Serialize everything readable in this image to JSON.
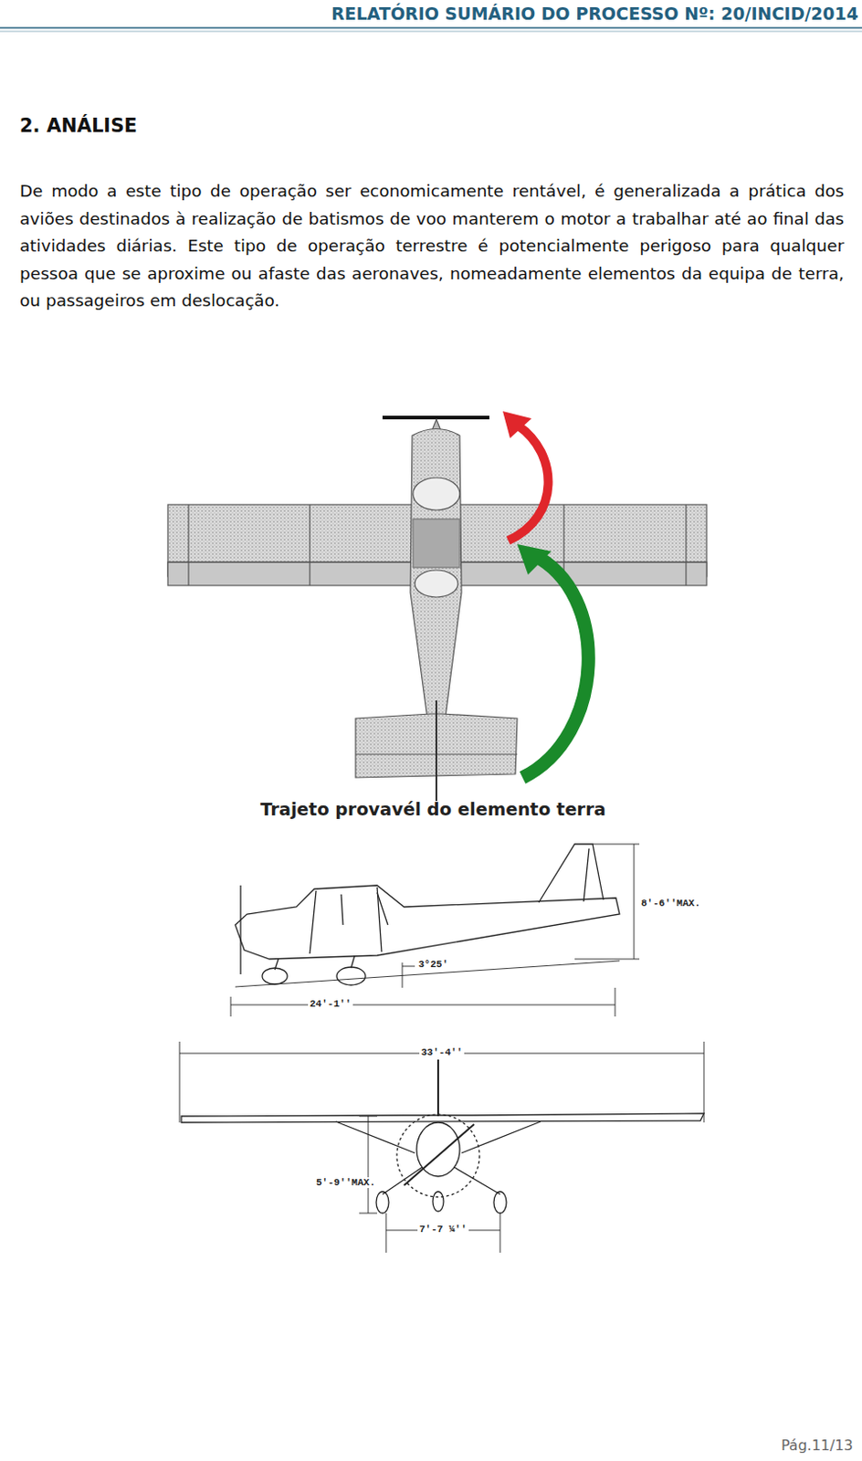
{
  "diagram": {
    "title": "2. ANÁLISE",
    "caption": "Trajeto provavél do elemento terra",
    "labels": [
      "RELATÓRIO SUMÁRIO DO PROCESSO Nº: 20/INCID/2014",
      "De modo a este tipo de operação ser economicamente rentável, é generalizada a prática dos aviões destinados à realização de batismos de voo manterem o motor a trabalhar até ao final das atividades diárias. Este tipo de operação terrestre é potencialmente perigoso para qualquer pessoa que se aproxime ou afaste das aeronaves, nomeadamente elementos da equipa de terra, ou passageiros em deslocação.",
      "8'-6''MAX.",
      "3°25'",
      "24'-1''",
      "33'-4''",
      "5'-9''MAX.",
      "7'-7 ¼''",
      "Pág.11/13"
    ]
  }
}
